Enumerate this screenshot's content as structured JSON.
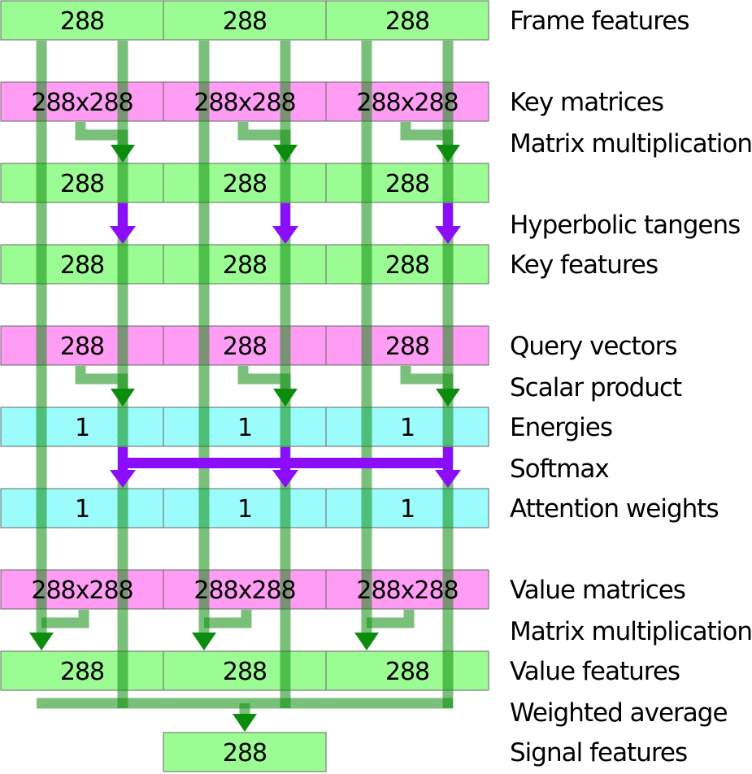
{
  "colors": {
    "green_box": "#9cfc94",
    "pink_box": "#ff9cf4",
    "cyan_box": "#9cfcfc",
    "box_border": "#666666",
    "green_arrow": "#0c8c0c",
    "purple_arrow": "#8c0cfc"
  },
  "rows": [
    {
      "id": "frame-features",
      "color": "green",
      "cells": [
        "288",
        "288",
        "288"
      ],
      "label": "Frame features"
    },
    {
      "id": "key-matrices",
      "color": "pink",
      "cells": [
        "288x288",
        "288x288",
        "288x288"
      ],
      "label": "Key matrices"
    },
    {
      "id": "key-matmul-features",
      "color": "green",
      "cells": [
        "288",
        "288",
        "288"
      ],
      "label": ""
    },
    {
      "id": "key-features",
      "color": "green",
      "cells": [
        "288",
        "288",
        "288"
      ],
      "label": "Key features"
    },
    {
      "id": "query-vectors",
      "color": "pink",
      "cells": [
        "288",
        "288",
        "288"
      ],
      "label": "Query vectors"
    },
    {
      "id": "energies",
      "color": "cyan",
      "cells": [
        "1",
        "1",
        "1"
      ],
      "label": "Energies"
    },
    {
      "id": "attention-weights",
      "color": "cyan",
      "cells": [
        "1",
        "1",
        "1"
      ],
      "label": "Attention weights"
    },
    {
      "id": "value-matrices",
      "color": "pink",
      "cells": [
        "288x288",
        "288x288",
        "288x288"
      ],
      "label": "Value matrices"
    },
    {
      "id": "value-features",
      "color": "green",
      "cells": [
        "288",
        "288",
        "288"
      ],
      "label": "Value features"
    },
    {
      "id": "signal-features",
      "color": "green",
      "cells": [
        "288"
      ],
      "label": "Signal features"
    }
  ],
  "operations": [
    {
      "id": "key-matrix-multiplication",
      "label": "Matrix multiplication"
    },
    {
      "id": "hyperbolic-tangens",
      "label": "Hyperbolic tangens"
    },
    {
      "id": "scalar-product",
      "label": "Scalar product"
    },
    {
      "id": "softmax",
      "label": "Softmax"
    },
    {
      "id": "value-matrix-multiplication",
      "label": "Matrix multiplication"
    },
    {
      "id": "weighted-average",
      "label": "Weighted average"
    }
  ]
}
